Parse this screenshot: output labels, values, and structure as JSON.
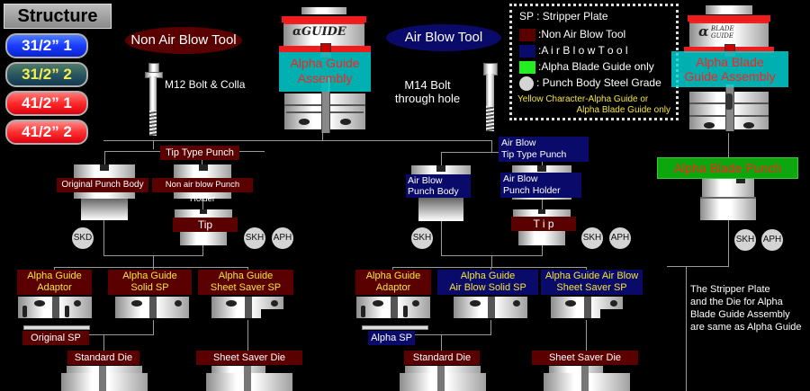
{
  "sidebar": {
    "title": "Structure",
    "buttons": [
      {
        "label": "31/2” 1",
        "color": "#1a3cff"
      },
      {
        "label": "31/2” 2",
        "color": "#2a5660"
      },
      {
        "label": "41/2” 1",
        "color": "#ff2a2a"
      },
      {
        "label": "41/2” 2",
        "color": "#ff3030"
      }
    ]
  },
  "headers": {
    "non_air_blow": "Non Air Blow Tool",
    "air_blow": "Air Blow Tool"
  },
  "bolts": {
    "m12": "M12 Bolt & Colla",
    "m14_line1": "M14 Bolt",
    "m14_line2": "through hole"
  },
  "assemblies": {
    "alpha_guide_logo": "αGUIDE",
    "alpha_guide_line1": "Alpha Guide",
    "alpha_guide_line2": "Assembly",
    "alpha_blade_logo_alpha": "α",
    "alpha_blade_logo_l1": "BLADE",
    "alpha_blade_logo_l2": "GUIDE",
    "alpha_blade_line1": "Alpha Blade",
    "alpha_blade_line2": "Guide Assembly",
    "alpha_blade_punch": "Alpha Blade Punch"
  },
  "legend": {
    "sp": "SP  :  Stripper Plate",
    "non_air": ":Non Air Blow Tool",
    "air": ":A i r  B l o w  T o o l",
    "blade_only": ":Alpha Blade Guide only",
    "steel": ": Punch Body Steel Grade",
    "note_line1": "Yellow Character-Alpha Guide or",
    "note_line2": "Alpha Blade Guide only",
    "colors": {
      "non_air": "#5a0000",
      "air": "#0a0a6a",
      "blade": "#22ee22",
      "steel": "#d4d4d4"
    }
  },
  "punches": {
    "tip_type": "Tip Type Punch",
    "original_body": "Original Punch Body",
    "non_air_holder": "Non air blow Punch Holder",
    "tip": "Tip",
    "air_tip_type_l1": "Air Blow",
    "air_tip_type_l2": "Tip Type Punch",
    "air_body_l1": "Air Blow",
    "air_body_l2": "Punch Body",
    "air_holder_l1": "Air Blow",
    "air_holder_l2": "Punch Holder",
    "air_tip": "T i p"
  },
  "grades": {
    "left_body": "SKD",
    "left_tip_1": "SKH",
    "left_tip_2": "APH",
    "air_body": "SKH",
    "air_tip_1": "SKH",
    "air_tip_2": "APH",
    "blade_1": "SKH",
    "blade_2": "APH"
  },
  "stripper": {
    "left": [
      {
        "l1": "Alpha Guide",
        "l2": "Adaptor"
      },
      {
        "l1": "Alpha Guide",
        "l2": "Solid SP"
      },
      {
        "l1": "Alpha Guide",
        "l2": "Sheet Saver SP"
      }
    ],
    "right": [
      {
        "l1": "Alpha Guide",
        "l2": "Adaptor"
      },
      {
        "l1": "Alpha Guide",
        "l2": "Air Blow Solid SP"
      },
      {
        "l1": "Alpha Guide Air Blow",
        "l2": "Sheet Saver SP"
      }
    ],
    "original_sp": "Original SP",
    "alpha_sp": "Alpha SP"
  },
  "dies": {
    "standard": "Standard Die",
    "sheet_saver": "Sheet Saver Die"
  },
  "note": {
    "l1": "The Stripper Plate",
    "l2": "and the Die for Alpha",
    "l3": "Blade Guide Assembly",
    "l4": "are same as Alpha Guide"
  }
}
